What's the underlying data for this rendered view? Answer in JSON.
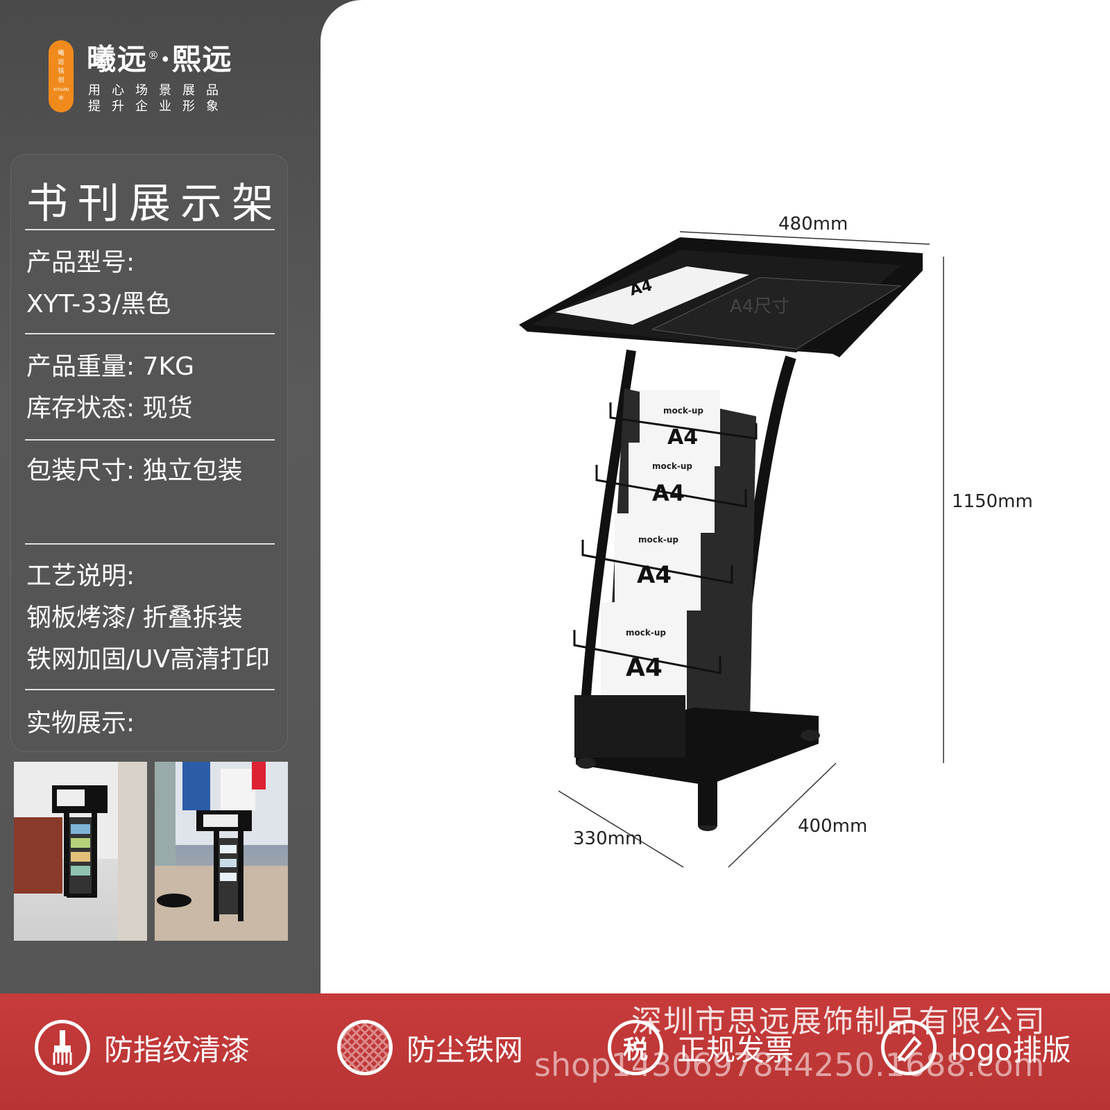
{
  "brand": {
    "badge_chars": [
      "曦",
      "远",
      "铭",
      "创",
      "XIYUAN",
      "®"
    ],
    "name": "曦远",
    "reg": "®",
    "separator": "·",
    "name2": "熙远",
    "slogan_line1": "用心场景展品",
    "slogan_line2": "提升企业形象"
  },
  "card": {
    "title": "书刊展示架",
    "model_label": "产品型号:",
    "model_value": "XYT-33/黑色",
    "weight": "产品重量: 7KG",
    "stock": "库存状态: 现货",
    "package": "包装尺寸: 独立包装",
    "craft_label": "工艺说明:",
    "craft_line1": "钢板烤漆/ 折叠拆装",
    "craft_line2": "铁网加固/UV高清打印",
    "real_label": "实物展示:"
  },
  "product": {
    "width": "480mm",
    "height": "1150mm",
    "depth_left": "330mm",
    "depth_right": "400mm",
    "a4_label": "A4尺寸",
    "sheet_text_top": "mock-up",
    "sheet_text_a4": "A4"
  },
  "features": [
    {
      "icon": "brush-icon",
      "label": "防指纹清漆"
    },
    {
      "icon": "mesh-icon",
      "label": "防尘铁网"
    },
    {
      "icon": "tax-icon",
      "glyph": "税",
      "label": "正规发票"
    },
    {
      "icon": "pen-icon",
      "label": "logo排版"
    }
  ],
  "footer": {
    "company": "深圳市思远展饰制品有限公司",
    "shop": "shop1430697844250.1688.com"
  },
  "colors": {
    "accent_orange": "#f08a1c",
    "band_red": "#c73b3b",
    "panel_gray": "#555555"
  }
}
